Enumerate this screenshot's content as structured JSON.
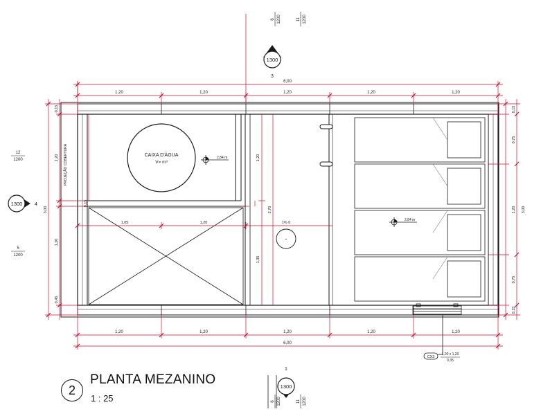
{
  "sheet": {
    "title": "PLANTA MEZANINO",
    "scale": "1 : 25",
    "view_number": "2"
  },
  "markers": {
    "top": {
      "sheet": "1300",
      "number": "3"
    },
    "left": {
      "sheet": "1300",
      "number": "4"
    },
    "bottom": {
      "sheet": "1300",
      "number": "1"
    }
  },
  "grid_refs": {
    "top_a": {
      "num": "6",
      "sheet": "1200"
    },
    "top_b": {
      "num": "11",
      "sheet": "1200"
    },
    "bottom_a": {
      "num": "6",
      "sheet": "1200"
    },
    "bottom_b": {
      "num": "11",
      "sheet": "1200"
    },
    "left_a": {
      "num": "12",
      "sheet": "1200"
    },
    "left_b": {
      "num": "5",
      "sheet": "1200"
    }
  },
  "dimensions": {
    "top_total": "6,00",
    "top_modules": [
      "1,20",
      "1,20",
      "1,20",
      "1,20",
      "1,20"
    ],
    "bottom_total": "6,00",
    "bottom_modules": [
      "1,20",
      "1,20",
      "1,20",
      "1,20",
      "1,20"
    ],
    "left_total": "3,00",
    "left_parts": [
      "0,15",
      "1,20",
      "0,15",
      "1,20",
      "0,45"
    ],
    "right_total": "3,00",
    "right_parts": [
      "0,15",
      "0,75",
      "1,20",
      "0,75",
      "0,15"
    ],
    "mid_h": [
      "1,05",
      "1,20"
    ],
    "mid_v": [
      "1,20",
      "2,70",
      "1,35"
    ],
    "slope": "1% 0"
  },
  "labels": {
    "tank_name": "CAIXA D'ÁGUA",
    "tank_volume": "V= m³",
    "level_left": "2,84 m",
    "level_right": "2,84 m",
    "roof_projection": "PROJEÇÃO COBERTURA",
    "window_tag": "CX3",
    "window_size": "1,00 x 1,20",
    "window_sill": "0,35",
    "drain_symbol": "-"
  }
}
